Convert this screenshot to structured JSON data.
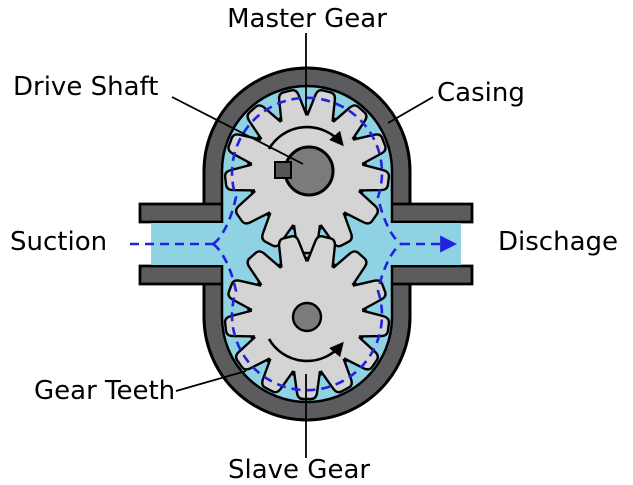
{
  "diagram": {
    "type": "external-gear-pump-schematic",
    "labels": {
      "master_gear": "Master Gear",
      "drive_shaft": "Drive Shaft",
      "casing": "Casing",
      "suction": "Suction",
      "discharge": "Dischage",
      "gear_teeth": "Gear Teeth",
      "slave_gear": "Slave Gear"
    },
    "colors": {
      "casing": "#5c5c5e",
      "fluid": "#8fd2e3",
      "gear": "#d4d4d4",
      "shaft": "#7b7b7b",
      "key": "#555555",
      "flow": "#2121de",
      "outline": "#000000"
    }
  }
}
